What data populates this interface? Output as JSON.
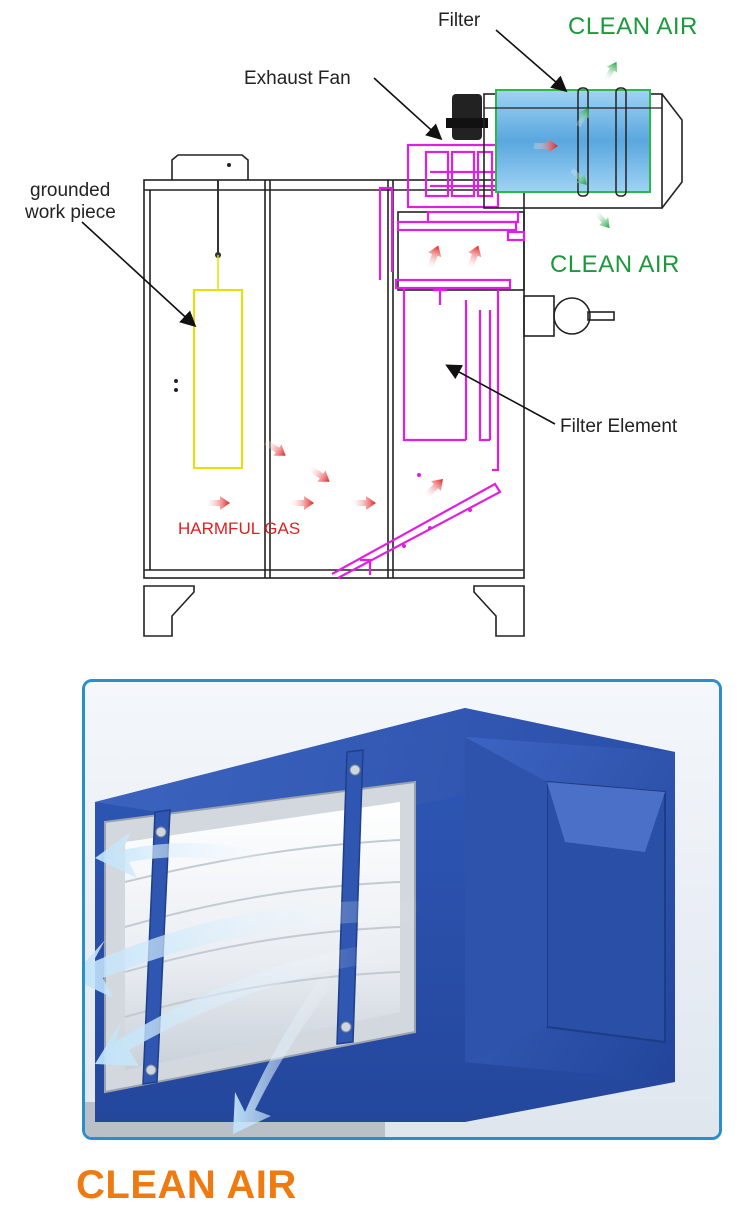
{
  "labels": {
    "filter": "Filter",
    "exhaust_fan": "Exhaust Fan",
    "grounded_line1": "grounded",
    "grounded_line2": "work piece",
    "filter_element": "Filter Element",
    "harmful_gas": "HARMFUL GAS",
    "clean_air_top": "CLEAN AIR",
    "clean_air_mid": "CLEAN AIR"
  },
  "bottom_title": "CLEAN AIR",
  "colors": {
    "clean_air_label": "#1a9a3a",
    "harmful_gas_label": "#e02020",
    "duct_magenta": "#e020e0",
    "frame_border": "#2a8fc9",
    "housing_blue": "#2f56b0",
    "bottom_title": "#ee7a10"
  }
}
